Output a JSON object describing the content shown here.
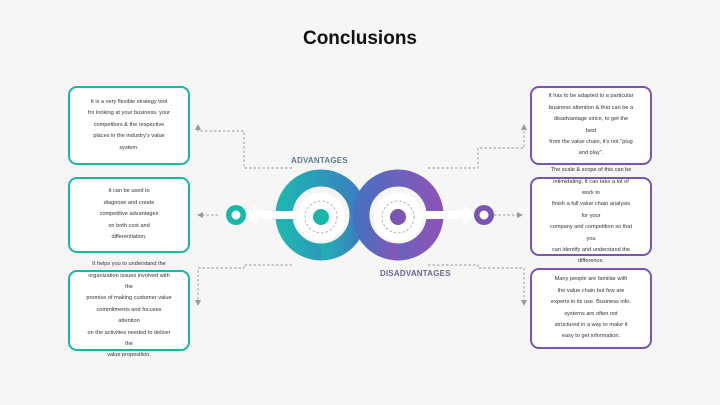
{
  "title": "Conclusions",
  "labels": {
    "advantages": "ADVANTAGES",
    "disadvantages": "DISADVANTAGES"
  },
  "advantages": [
    "It is a very flexible strategy tool\nfor looking at your business, your\ncompetitors & the respective\nplaces in the industry's value\nsystem.",
    "It can be used to\ndiagnose and create\ncompetitive advantages\non both cost and\ndifferentiation.",
    "It helps you to understand the\norganization issues involved with the\npromise of making customer value\ncommitments and focuses attention\non the activities needed to deliver the\nvalue proposition."
  ],
  "disadvantages": [
    "It has to be adapted to a particular\nbusiness attention & that can be a\ndisadvantage since, to get the best\nfrom the value chain, it's not \"plug\nand play\".",
    "The scale & scope of this can be\nintimidating. It can take a lot of work to\nfinish a full value chain analysis for your\ncompany and competition so that you\ncan identify and understand the\ndifference.",
    "Many people are familiar with\nthe value chain but few are\nexperts in its use. Business info.\nsystems are often not\nstructured in a way to make it\neasy to get information."
  ],
  "colors": {
    "teal": "#17b8a8",
    "blue": "#3d8fbf",
    "purple": "#7a55b4",
    "connector": "#9a9a9a",
    "background": "#f6f6f6"
  }
}
